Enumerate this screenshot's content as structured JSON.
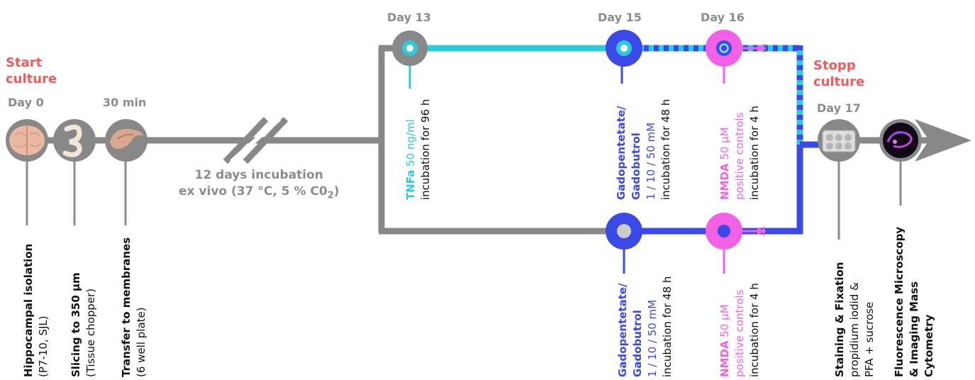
{
  "colors": {
    "gray": "#8c8c8c",
    "track_gray": "#888888",
    "red": "#f25a5a",
    "cyan": "#2ccbd9",
    "blue": "#3b4ae6",
    "magenta": "#f260e6",
    "black": "#111111"
  },
  "timeline": {
    "start_label_line1": "Start",
    "start_label_line2": "culture",
    "stop_label_line1": "Stopp",
    "stop_label_line2": "culture",
    "day0": "Day 0",
    "min30": "30 min",
    "day13": "Day 13",
    "day15": "Day 15",
    "day16": "Day 16",
    "day17": "Day 17",
    "incubation_line1": "12 days incubation",
    "incubation_line2": "ex vivo (37 °C, 5 % C0",
    "incubation_sub": "2",
    "incubation_close": ")"
  },
  "steps": {
    "hippocampal": {
      "title": "Hippocampal isolation",
      "sub": "(P7-10, SJL)"
    },
    "slicing": {
      "title": "Slicing to 350 µm",
      "sub": "(Tissue chopper)"
    },
    "transfer": {
      "title": "Transfer to membranes",
      "sub": "(6 well plate)"
    },
    "tnfa": {
      "name": "TNFa",
      "dose": " 50 ng/ml",
      "time": "incubation for 96 h"
    },
    "gado_top": {
      "line1": "Gadopentetate/",
      "line2": "Gadobutrol",
      "dose": "1 / 10 / 50 mM",
      "time": "incubation for 48 h"
    },
    "nmda_top": {
      "name": "NMDA",
      "dose": " 50 µM",
      "controls": "positive controls",
      "time": "incubation for 4 h"
    },
    "gado_bottom": {
      "line1": "Gadopentetate/",
      "line2": "Gadobutrol",
      "dose": "1 / 10 / 50 mM",
      "time": "incubation for 48 h"
    },
    "nmda_bottom": {
      "name": "NMDA",
      "dose": " 50 µM",
      "controls": "positive controls",
      "time": "incubation for 4 h"
    },
    "staining": {
      "title": "Staining & Fixation",
      "line2": "propidium iodid &",
      "line3": "PFA + sucrose"
    },
    "imaging": {
      "line1": "Fluorescence Microscopy",
      "line2": "& Imaging Mass",
      "line3": "Cytometry"
    }
  },
  "icons": [
    "brain-icon",
    "slice-icon",
    "tissue-icon",
    "well-plate-icon",
    "fluorescence-image-icon"
  ]
}
